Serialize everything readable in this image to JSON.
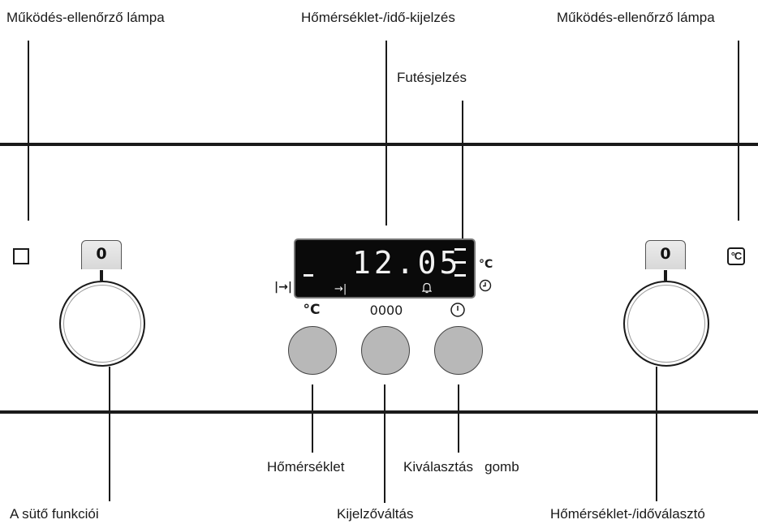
{
  "labels": {
    "left_lamp": "Működés-ellenőrző lámpa",
    "display": "Hőmérséklet-/idő-kijelzés",
    "right_lamp": "Működés-ellenőrző lámpa",
    "heating": "Futésjelzés",
    "temperature": "Hőmérséklet",
    "select_button": "Kiválasztás   gomb",
    "oven_functions": "A sütő funkciói",
    "display_switch": "Kijelzőváltás",
    "temp_time_selector": "Hőmérséklet-/időválasztó"
  },
  "knobs": {
    "left_position": "0",
    "right_position": "0"
  },
  "display": {
    "time": "12.05",
    "unit": "°C",
    "start_icon": "|→|",
    "end_icon": "→|",
    "bell_icon": "bell-icon",
    "clock_icon": "clock-icon"
  },
  "lamps": {
    "right_symbol": "°C"
  },
  "buttons": [
    {
      "caption": "°C"
    },
    {
      "caption": "0000"
    },
    {
      "caption": "clock-icon"
    }
  ]
}
